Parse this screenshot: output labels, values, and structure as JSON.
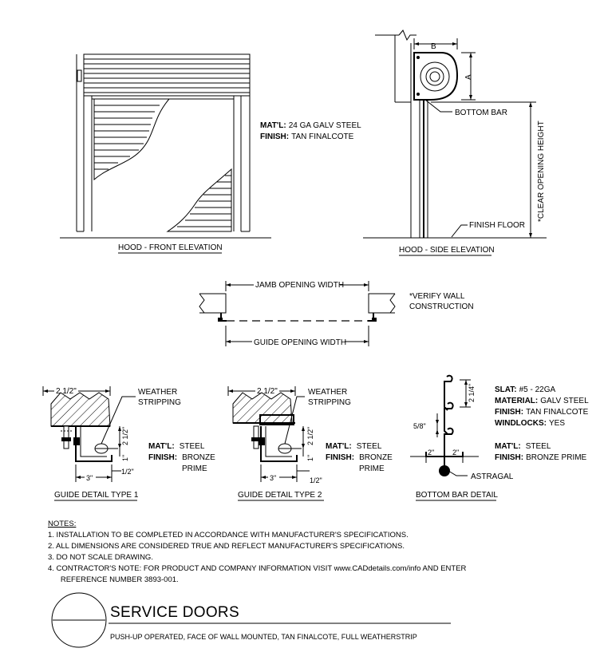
{
  "hood_front": {
    "caption": "HOOD - FRONT ELEVATION",
    "material_label": "MAT'L:",
    "material_value": "24 GA GALV STEEL",
    "finish_label": "FINISH:",
    "finish_value": "TAN FINALCOTE"
  },
  "hood_side": {
    "caption": "HOOD - SIDE ELEVATION",
    "dim_a": "A",
    "dim_b": "B",
    "bottom_bar": "BOTTOM BAR",
    "clear_height": "*CLEAR OPENING HEIGHT",
    "finish_floor": "FINISH FLOOR"
  },
  "plan": {
    "jamb_width": "JAMB OPENING WIDTH",
    "guide_width": "GUIDE OPENING WIDTH",
    "verify_line1": "*VERIFY WALL",
    "verify_line2": "CONSTRUCTION"
  },
  "guide1": {
    "caption": "GUIDE DETAIL TYPE 1",
    "dim_top": "2 1/2\"",
    "weather_line1": "WEATHER",
    "weather_line2": "STRIPPING",
    "dim_vert": "2 1/2\"",
    "dim_one": "1\"",
    "dim_three": "3\"",
    "dim_half": "1/2\"",
    "material_label": "MAT'L:",
    "material_value": "STEEL",
    "finish_label": "FINISH:",
    "finish_value1": "BRONZE",
    "finish_value2": "PRIME"
  },
  "guide2": {
    "caption": "GUIDE DETAIL TYPE  2",
    "dim_top": "2 1/2\"",
    "weather_line1": "WEATHER",
    "weather_line2": "STRIPPING",
    "dim_vert": "2 1/2\"",
    "dim_one": "1\"",
    "dim_three": "3\"",
    "dim_half": "1/2\"",
    "material_label": "MAT'L:",
    "material_value": "STEEL",
    "finish_label": "FINISH:",
    "finish_value1": "BRONZE",
    "finish_value2": "PRIME"
  },
  "bottom_bar": {
    "caption": "BOTTOM BAR DETAIL",
    "dim_slat": "2 1/4\"",
    "dim_58": "5/8\"",
    "dim_left": "2\"",
    "dim_right": "2\"",
    "astragal": "ASTRAGAL",
    "slat_label": "SLAT:",
    "slat_value": "#5 - 22GA",
    "material_label": "MATERIAL:",
    "material_value": "GALV STEEL",
    "finish_label": "FINISH:",
    "finish_value": "TAN FINALCOTE",
    "windlocks_label": "WINDLOCKS:",
    "windlocks_value": "YES",
    "mat2_label": "MAT'L:",
    "mat2_value": "STEEL",
    "finish2_label": "FINISH:",
    "finish2_value": "BRONZE PRIME"
  },
  "notes": {
    "heading": "NOTES:",
    "items": [
      "1.  INSTALLATION TO BE COMPLETED IN ACCORDANCE WITH MANUFACTURER'S SPECIFICATIONS.",
      "2.  ALL DIMENSIONS ARE CONSIDERED TRUE AND REFLECT MANUFACTURER'S SPECIFICATIONS.",
      "3.  DO NOT SCALE DRAWING.",
      "4.  CONTRACTOR'S NOTE: FOR PRODUCT AND COMPANY INFORMATION VISIT www.CADdetails.com/info AND ENTER",
      "      REFERENCE NUMBER 3893-001."
    ]
  },
  "title_block": {
    "title": "SERVICE DOORS",
    "subtitle": "PUSH-UP OPERATED, FACE OF WALL MOUNTED, TAN FINALCOTE, FULL WEATHERSTRIP"
  }
}
